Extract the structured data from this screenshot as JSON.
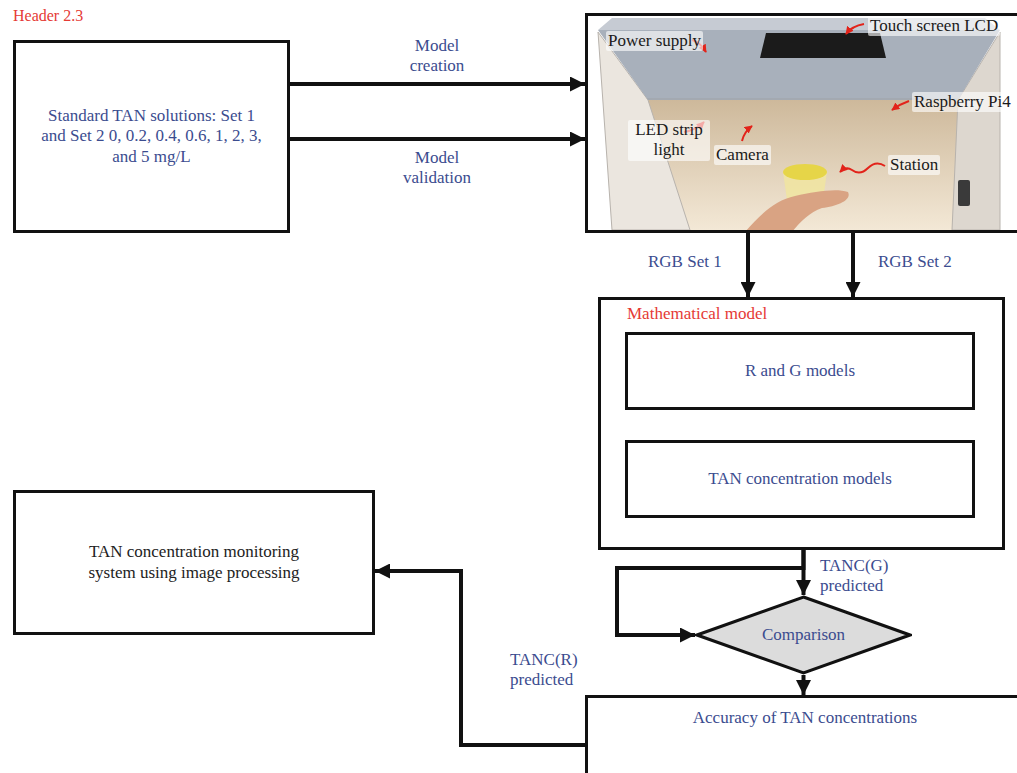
{
  "diagram": {
    "nodes": [
      {
        "text": [
          "Standard TAN solutions: Set 1 and Set 2 0, 0.2, 0.4, 0.6, 1, 2, 3, and 5 mg/L"
        ]
      },
      {
        "text": [
          "Power supply",
          "Touch screen LCD",
          "Raspberry Pi4",
          "LED strip light",
          "Camera",
          "Station"
        ]
      },
      {
        "text": [
          "Mathematical model"
        ]
      },
      {
        "text": [
          "R and G models"
        ],
        "in": 2
      },
      {
        "text": [
          "TAN concentration models"
        ],
        "in": 2
      },
      {
        "text": [
          "TAN concentration monitoring system using image processing"
        ]
      },
      {
        "text": [
          "Comparison"
        ]
      },
      {
        "text": [
          "Accuracy of TAN concentrations"
        ]
      }
    ],
    "edges": [
      {
        "from": 0,
        "to": 1,
        "label": "Model creation",
        "arrow": "to"
      },
      {
        "from": 0,
        "to": 1,
        "label": "Model validation",
        "arrow": "to"
      },
      {
        "from": 1,
        "to": 2,
        "label": "RGB Set 1",
        "arrow": "to"
      },
      {
        "from": 1,
        "to": 2,
        "label": "RGB Set 2",
        "arrow": "to"
      },
      {
        "from": 3,
        "to": 4,
        "arrow": "to"
      },
      {
        "from": 2,
        "to": 6,
        "label": "TANC(G) predicted",
        "arrow": "to"
      },
      {
        "from": 2,
        "to": 6,
        "label": "TANC(R) predicted",
        "arrow": "to"
      },
      {
        "from": 6,
        "to": 7,
        "arrow": "to"
      },
      {
        "from": 7,
        "to": 5,
        "arrow": "to"
      }
    ],
    "labels": [
      "Header 2.3"
    ]
  }
}
